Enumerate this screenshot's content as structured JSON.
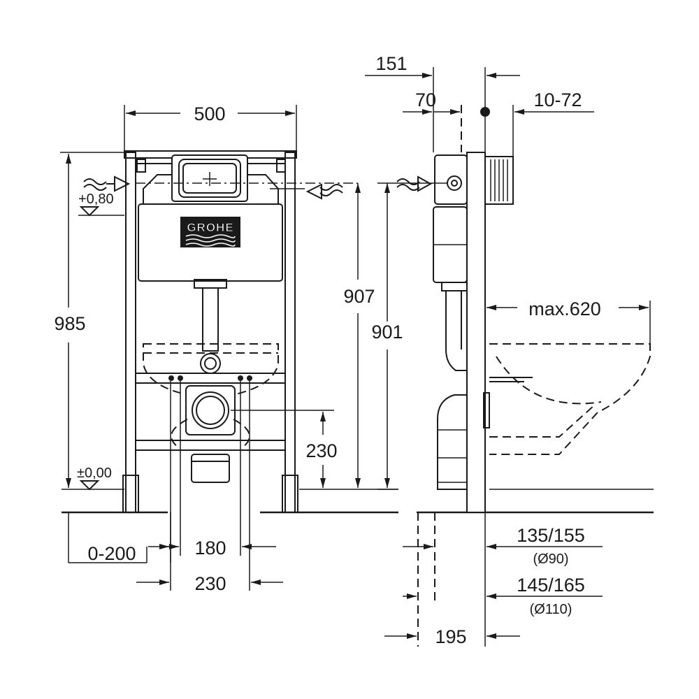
{
  "brand": "GROHE",
  "front_view": {
    "width": "500",
    "height": "985",
    "level_top": "+0,80",
    "level_zero": "±0,00",
    "outlet_height": "230",
    "offset": "0-200",
    "inner_spacing": "180",
    "outer_spacing": "230"
  },
  "side_view": {
    "depth_total": "151",
    "depth_front": "70",
    "wall_gap": "10-72",
    "height_a": "907",
    "height_b": "901",
    "max_projection": "max.620",
    "pipe_small_depth": "135/155",
    "pipe_small_diameter": "(Ø90)",
    "pipe_large_depth": "145/165",
    "pipe_large_diameter": "(Ø110)",
    "base_depth": "195"
  }
}
